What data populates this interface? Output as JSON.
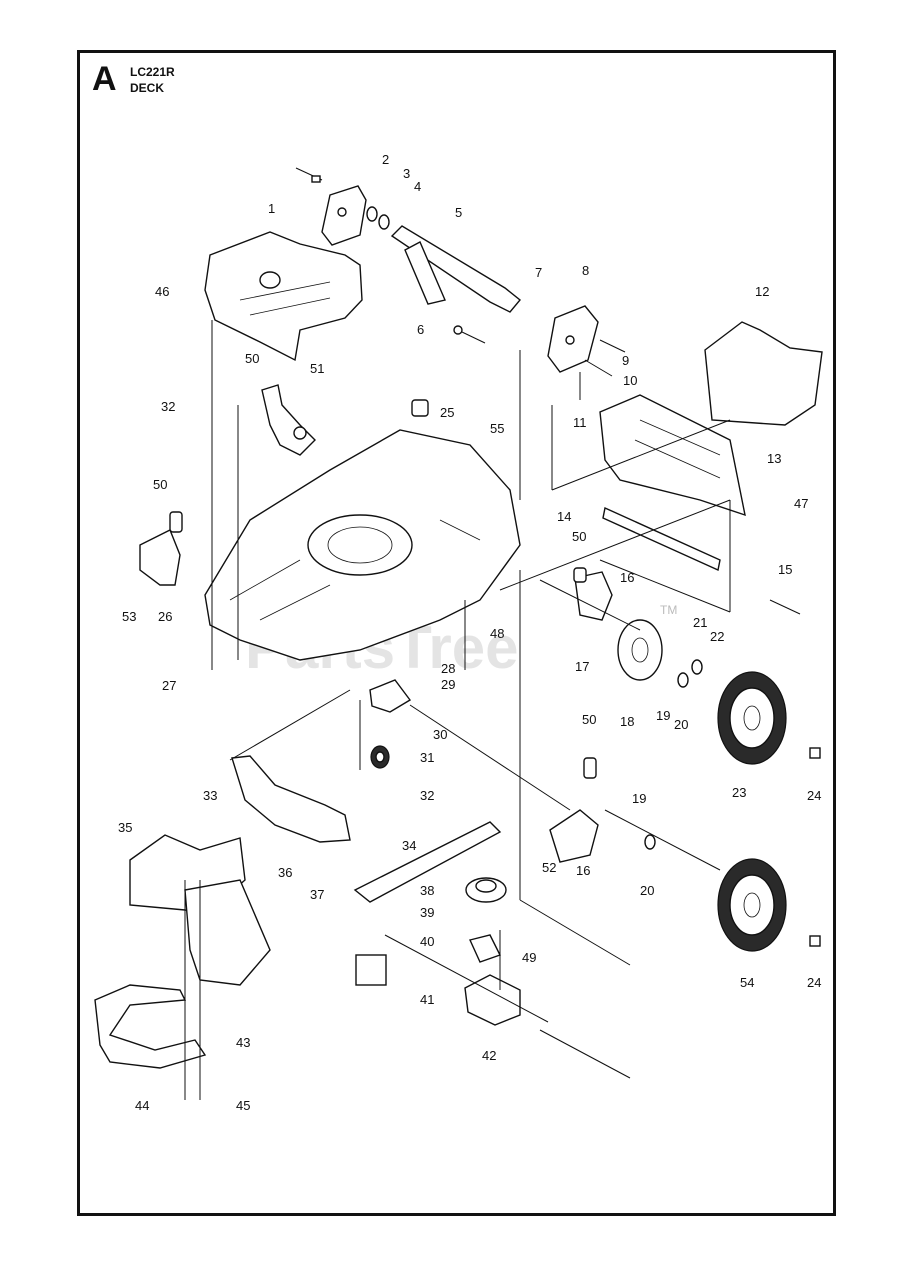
{
  "header": {
    "section_letter": "A",
    "model": "LC221R",
    "assembly": "DECK"
  },
  "watermark": {
    "text": "PartsTree",
    "trademark": "TM"
  },
  "callouts": [
    "1",
    "2",
    "3",
    "4",
    "5",
    "6",
    "7",
    "8",
    "9",
    "10",
    "11",
    "12",
    "13",
    "14",
    "15",
    "16",
    "16",
    "17",
    "18",
    "19",
    "19",
    "20",
    "20",
    "21",
    "22",
    "23",
    "24",
    "24",
    "25",
    "26",
    "27",
    "28",
    "29",
    "30",
    "31",
    "32",
    "32",
    "33",
    "34",
    "35",
    "36",
    "37",
    "38",
    "39",
    "40",
    "41",
    "42",
    "43",
    "44",
    "45",
    "46",
    "47",
    "48",
    "49",
    "50",
    "50",
    "50",
    "50",
    "51",
    "52",
    "53",
    "54",
    "55"
  ],
  "colors": {
    "line": "#111111",
    "background": "#ffffff",
    "watermark": "#cfcfcf"
  }
}
